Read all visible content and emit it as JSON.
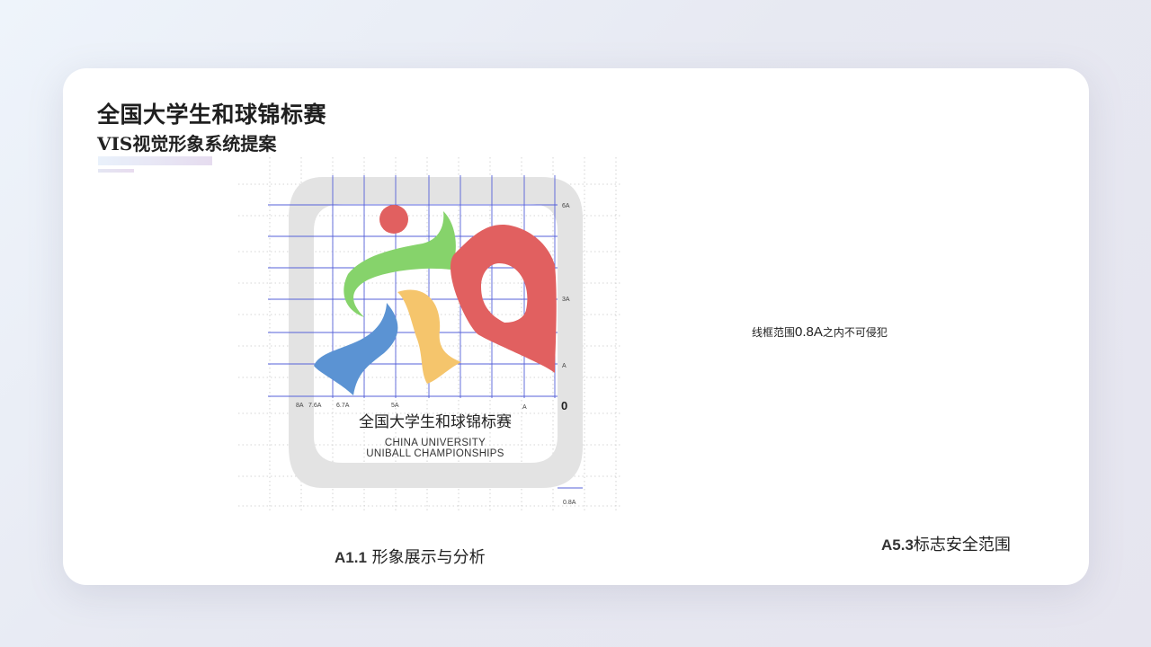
{
  "header": {
    "title": "全国大学生和球锦标赛",
    "subtitle": "VIS视觉形象系统提案"
  },
  "logo": {
    "name_cn": "全国大学生和球锦标赛",
    "name_en_line1": "CHINA UNIVERSITY",
    "name_en_line2": "UNIBALL CHAMPIONSHIPS",
    "colors": {
      "red": "#e16060",
      "green": "#86d36b",
      "blue": "#5b93d3",
      "yellow": "#f5c56c",
      "frame": "#e3e3e3",
      "grid": "#5560d8"
    },
    "markers_right": [
      "6A",
      "3A",
      "A",
      "0"
    ],
    "markers_bottom": [
      "8A",
      "7.6A",
      "6.7A",
      "5A",
      "A"
    ],
    "margin_marker": "0.8A"
  },
  "captions": {
    "left_code": "A1.1",
    "left_text": " 形象展示与分析",
    "right_code": "A5.3",
    "right_text": "标志安全范围"
  },
  "note": {
    "prefix": "线框范围",
    "value": "0.8A",
    "suffix": "之内不可侵犯"
  }
}
